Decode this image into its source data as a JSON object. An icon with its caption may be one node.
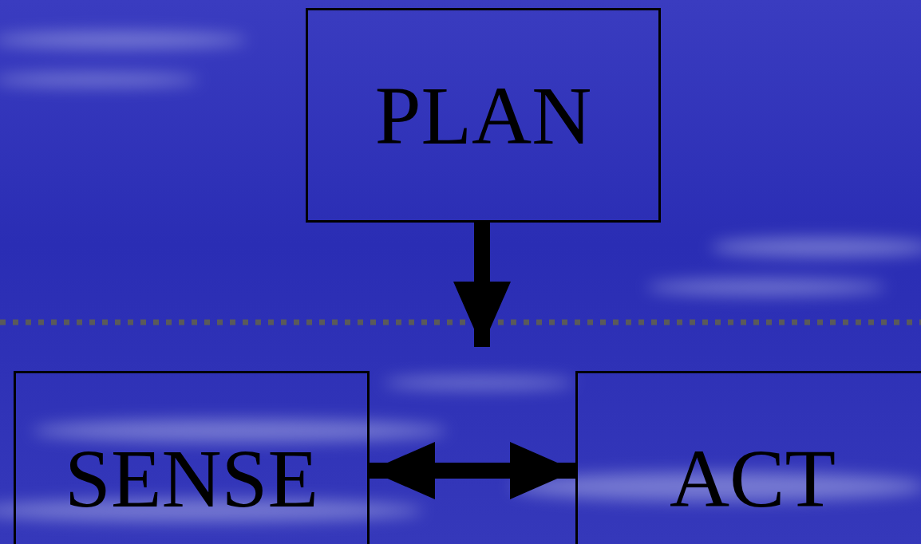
{
  "diagram": {
    "nodes": [
      {
        "text": [
          "PLAN"
        ]
      },
      {
        "text": [
          "SENSE"
        ]
      },
      {
        "text": [
          "ACT"
        ]
      }
    ],
    "edges": [
      {
        "from": 0,
        "to": null,
        "arrow": "to"
      },
      {
        "from": 1,
        "to": 2,
        "arrow": "both"
      }
    ]
  }
}
